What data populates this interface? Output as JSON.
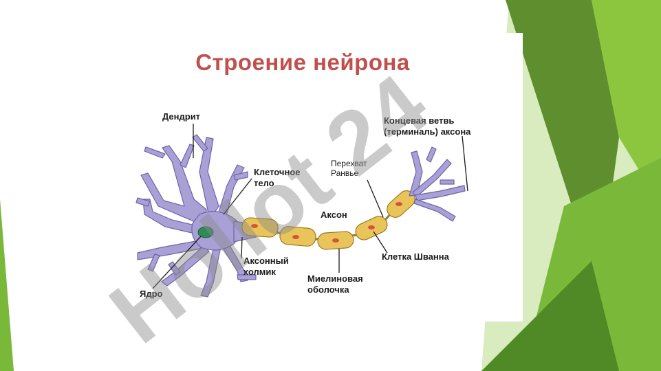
{
  "slide": {
    "title": "Строение нейрона",
    "colors": {
      "title": "#c0504d",
      "neuron": "#a9a1d6",
      "neuron_stroke": "#6c64a8",
      "nucleus": "#2e8b57",
      "myelin": "#e9c45a",
      "myelin_stroke": "#9c7a1e",
      "schwann_nucleus": "#d2553a",
      "green_dark": "#5f9e2a",
      "green_light": "#8cc63e"
    }
  },
  "labels": {
    "dendrite": "Дендрит",
    "cell_body_1": "Клеточное",
    "cell_body_2": "тело",
    "terminal_1": "Концевая ветвь",
    "terminal_2": "(терминаль) аксона",
    "ranvier_1": "Перехват",
    "ranvier_2": "Ранвье",
    "axon": "Аксон",
    "hillock_1": "Аксонный",
    "hillock_2": "холмик",
    "schwann": "Клетка Шванна",
    "myelin_1": "Миелиновая",
    "myelin_2": "оболочка",
    "nucleus": "Ядро"
  },
  "watermark": {
    "text": "Hollot 24"
  }
}
